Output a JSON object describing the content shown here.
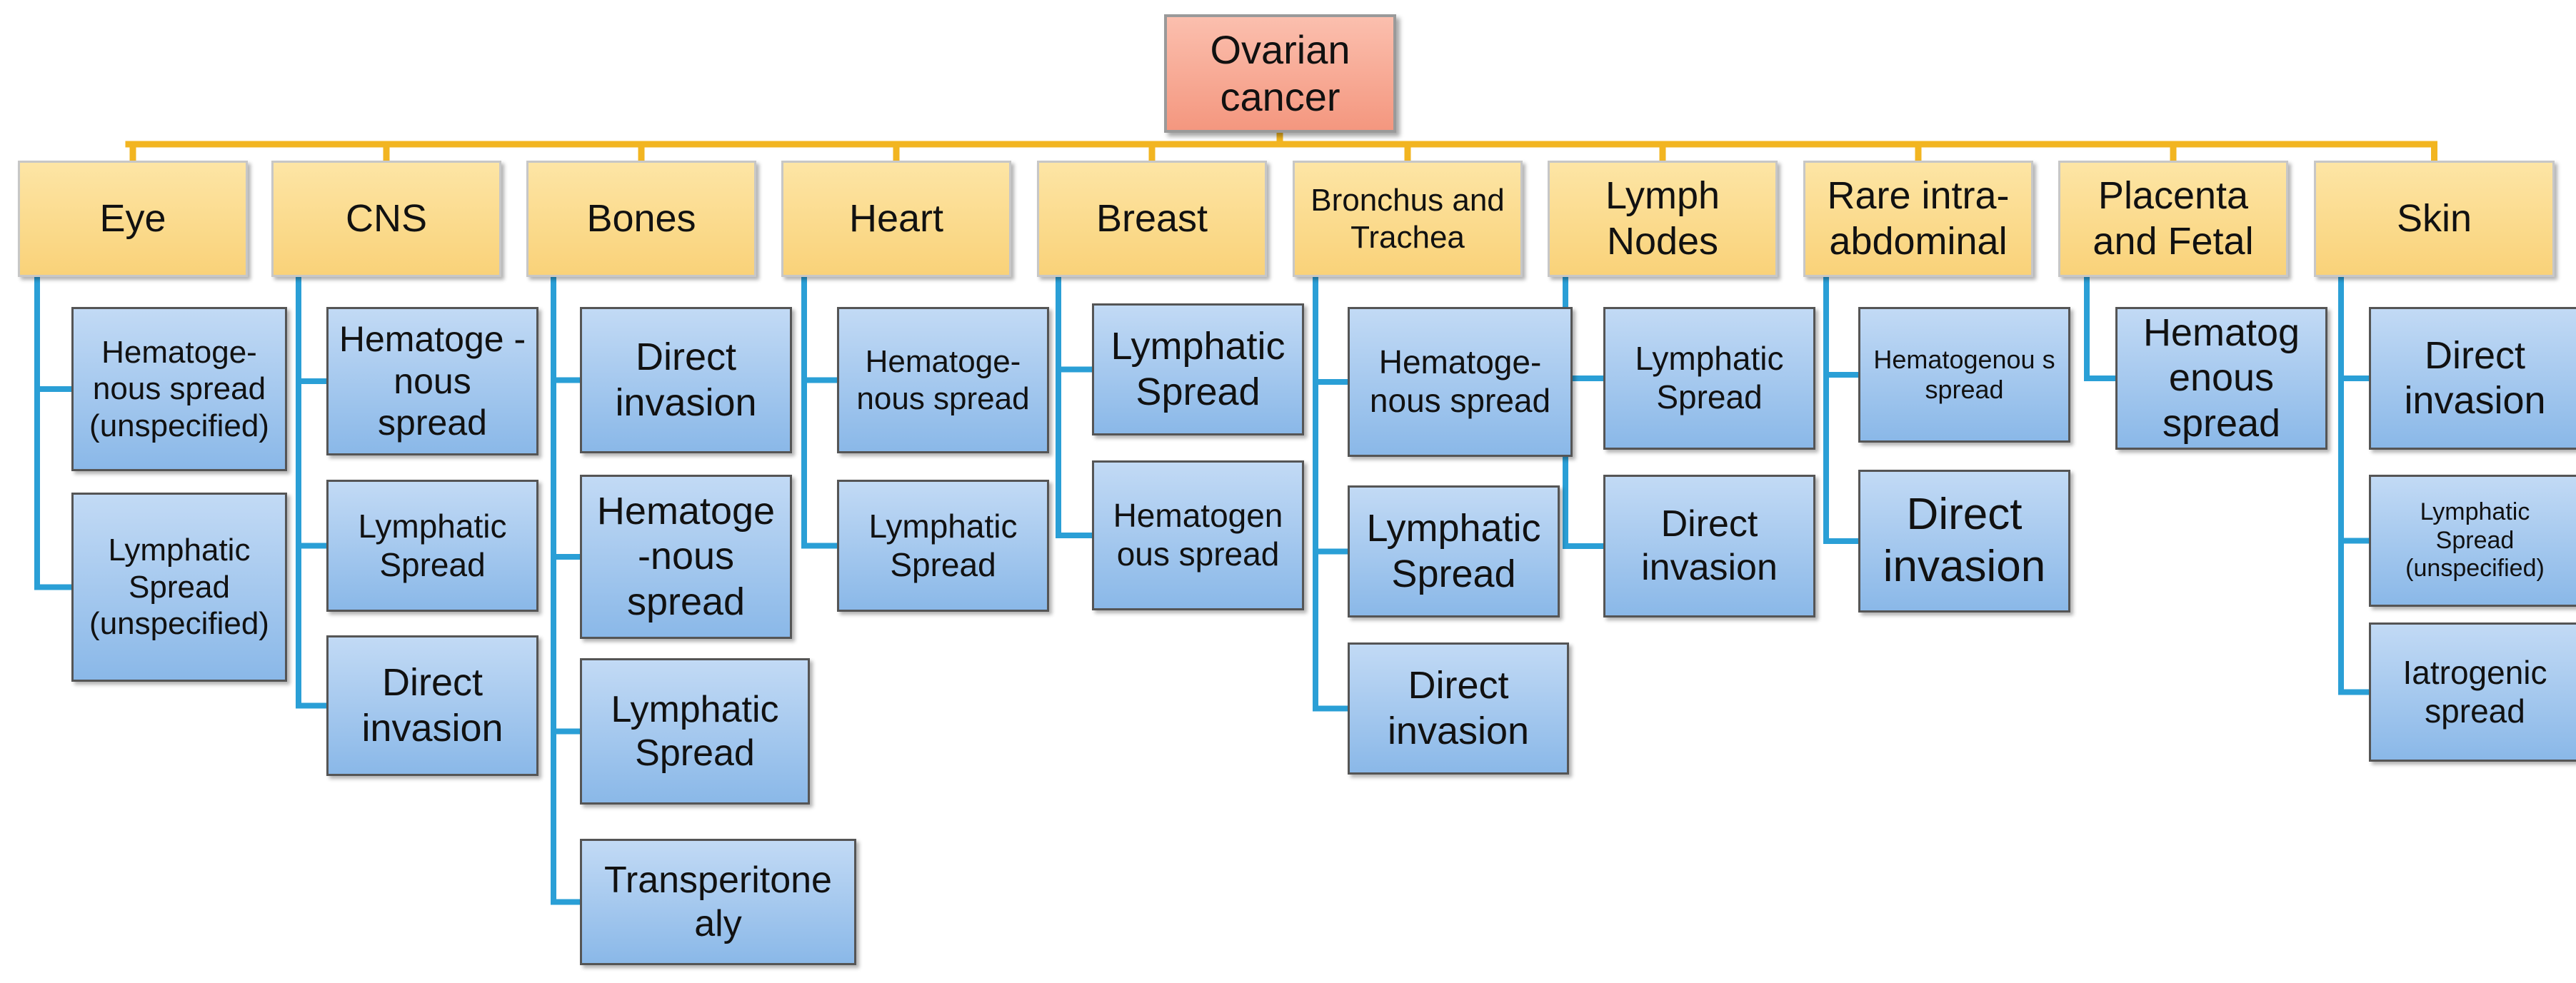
{
  "root": {
    "label": "Ovarian cancer"
  },
  "colors": {
    "top_connector": "#f2b521",
    "branch_connector": "#2a9fd6"
  },
  "categories": [
    {
      "label": "Eye",
      "children": [
        "Hematoge-nous spread (unspecified)",
        "Lymphatic Spread (unspecified)"
      ]
    },
    {
      "label": "CNS",
      "children": [
        "Hematoge -nous spread",
        "Lymphatic Spread",
        "Direct invasion"
      ]
    },
    {
      "label": "Bones",
      "children": [
        "Direct invasion",
        "Hematoge -nous spread",
        "Lymphatic Spread",
        "Transperitone aly"
      ]
    },
    {
      "label": "Heart",
      "children": [
        "Hematoge-nous spread",
        "Lymphatic Spread"
      ]
    },
    {
      "label": "Breast",
      "children": [
        "Lymphatic Spread",
        "Hematogen ous spread"
      ]
    },
    {
      "label": "Bronchus and Trachea",
      "children": [
        "Hematoge-nous spread",
        "Lymphatic Spread",
        "Direct invasion"
      ]
    },
    {
      "label": "Lymph Nodes",
      "children": [
        "Lymphatic Spread",
        "Direct invasion"
      ]
    },
    {
      "label": "Rare intra-abdominal",
      "children": [
        "Hematogenou s spread",
        "Direct invasion"
      ]
    },
    {
      "label": "Placenta and Fetal",
      "children": [
        "Hematog enous spread"
      ]
    },
    {
      "label": "Skin",
      "children": [
        "Direct invasion",
        "Lymphatic Spread (unspecified)",
        "Iatrogenic spread"
      ]
    }
  ]
}
